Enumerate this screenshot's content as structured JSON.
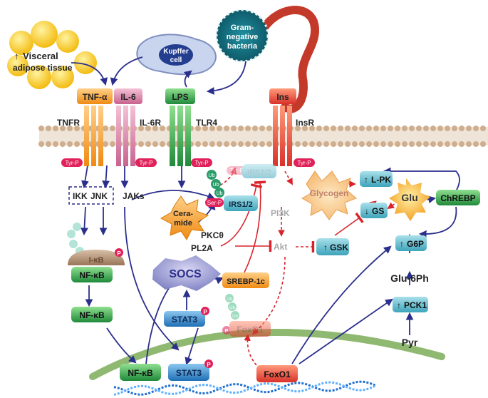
{
  "inputs": {
    "visceral": {
      "line1": "Visceral",
      "line2": "adipose tissue",
      "arrow": "↑"
    },
    "kupffer": {
      "line1": "Kupffer",
      "line2": "cell"
    },
    "bacteria": {
      "line1": "Gram-",
      "line2": "negative",
      "line3": "bacteria"
    }
  },
  "ligands": {
    "tnf": "TNF-α",
    "il6": "IL-6",
    "lps": "LPS",
    "ins": "Ins"
  },
  "receptors": {
    "tnfr": "TNFR",
    "il6r": "IL-6R",
    "tlr4": "TLR4",
    "insr": "InsR"
  },
  "phospho": {
    "tyr_p": "Tyr-P",
    "ser_p": "Ser-P",
    "p": "P"
  },
  "ub": "Ub",
  "nodes": {
    "ikk": "IKK",
    "jnk": "JNK",
    "jaks": "JAKs",
    "ceramide_1": "Cera-",
    "ceramide_2": "mide",
    "pkc": "PKCθ",
    "pl2a": "PL2A",
    "ikb": "I-κB",
    "nfkb": "NF-κB",
    "socs": "SOCS",
    "stat3": "STAT3",
    "irs12": "IRS1/2",
    "irs12_faded": "IRS1/2",
    "pi3k": "PI3K",
    "akt": "Akt",
    "srebp": "SREBP-1c",
    "foxo1": "FoxO1",
    "foxo1_faded": "FoxO1",
    "gsk": "GSK",
    "glycogen": "Glycogen",
    "glu": "Glu",
    "lpk": "L-PK",
    "chrebp": "ChREBP",
    "gs": "GS",
    "g6p": "G6P",
    "glu6ph": "Glu-6Ph",
    "pck1": "PCK1",
    "pyr": "Pyr"
  },
  "arrows": {
    "up": "↑",
    "down": "↓"
  },
  "colors": {
    "orange": "#f28c1e",
    "pink": "#d97aa0",
    "green": "#3aa03a",
    "red": "#e8522f",
    "teal": "#5cb8c8",
    "blue_stat": "#2e8fd1",
    "navy_arrow": "#2b2f8c",
    "red_line": "#d9232a",
    "membrane": "#c9a98c",
    "nucleus": "#8fb870"
  }
}
